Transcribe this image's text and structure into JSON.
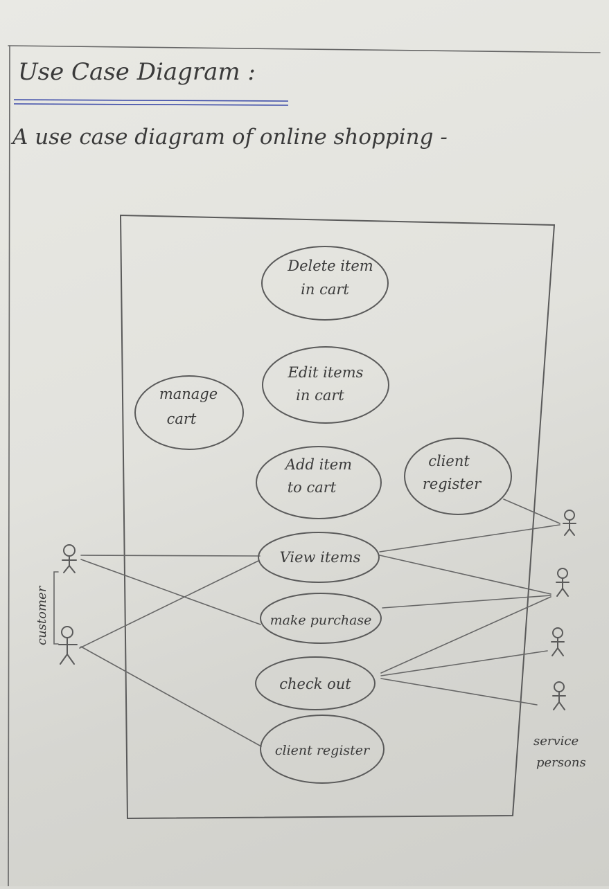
{
  "title": "Use Case Diagram :",
  "subtitle": "A use case diagram of online shopping -",
  "use_cases": {
    "delete_item": [
      "Delete item",
      "in cart"
    ],
    "edit_items": [
      "Edit items",
      "in cart"
    ],
    "manage_cart": [
      "manage",
      "cart"
    ],
    "add_item": [
      "Add item",
      "to cart"
    ],
    "client_register_top": [
      "client",
      "register"
    ],
    "view_items": [
      "View items"
    ],
    "make_purchase": [
      "make purchase"
    ],
    "check_out": [
      "check out"
    ],
    "client_register_bottom": [
      "client register"
    ]
  },
  "actors": {
    "customer_label": "customer",
    "service_label": [
      "service",
      "persons"
    ]
  },
  "colors": {
    "pencil": "#5a5a5a",
    "title_underline": "#3b4aa8"
  }
}
